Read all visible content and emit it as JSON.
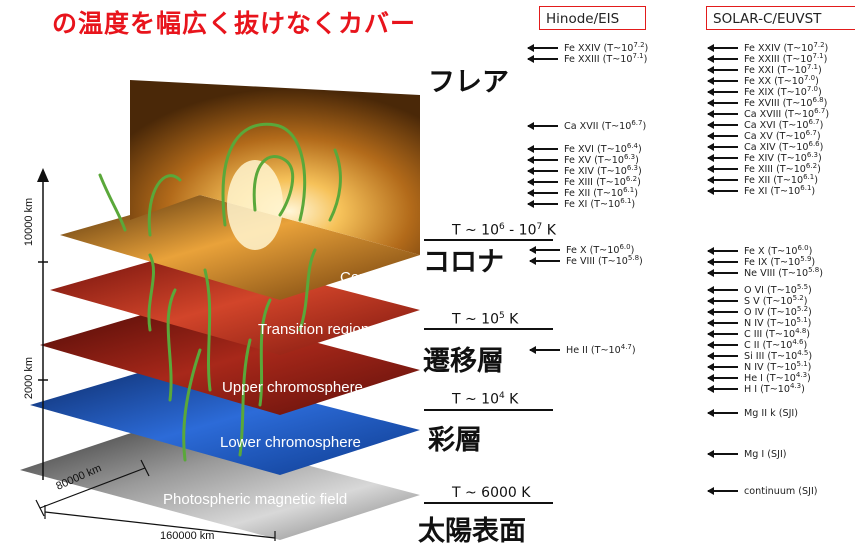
{
  "headline": "の温度を幅広く抜けなくカバー",
  "instruments": {
    "left": "Hinode/EIS",
    "right": "SOLAR-C/EUVST"
  },
  "regions": {
    "flare": "フレア",
    "corona": "コロナ",
    "transition": "遷移層",
    "chromosphere": "彩層",
    "photosphere": "太陽表面"
  },
  "temperatures": {
    "corona_base": "T ~ 10",
    "corona_exp1": "6",
    "corona_mid": " - 10",
    "corona_exp2": "7",
    "corona_unit": " K",
    "transition_base": "T ~ 10",
    "transition_exp": "5",
    "transition_unit": " K",
    "chromo_base": "T ~ 10",
    "chromo_exp": "4",
    "chromo_unit": " K",
    "photo": "T ~ 6000 K"
  },
  "layers": {
    "corona": "Corona",
    "transition": "Transition region",
    "upper": "Upper chromosphere",
    "lower": "Lower chromosphere",
    "photo": "Photospheric magnetic field"
  },
  "scale": {
    "height_upper": "10000 km",
    "height_lower": "2000 km",
    "depth": "80000 km",
    "width": "160000 km"
  },
  "eis_lines": {
    "flare": [
      {
        "ion": "Fe XXIV",
        "exp": "7.2"
      },
      {
        "ion": "Fe XXIII",
        "exp": "7.1"
      }
    ],
    "hot": [
      {
        "ion": "Ca XVII",
        "exp": "6.7"
      }
    ],
    "corona": [
      {
        "ion": "Fe XVI",
        "exp": "6.4"
      },
      {
        "ion": "Fe XV",
        "exp": "6.3"
      },
      {
        "ion": "Fe XIV",
        "exp": "6.3"
      },
      {
        "ion": "Fe XIII",
        "exp": "6.2"
      },
      {
        "ion": "Fe XII",
        "exp": "6.1"
      },
      {
        "ion": "Fe XI",
        "exp": "6.1"
      }
    ],
    "lower_corona": [
      {
        "ion": "Fe X",
        "exp": "6.0"
      },
      {
        "ion": "Fe VIII",
        "exp": "5.8"
      }
    ],
    "transition": [
      {
        "ion": "He II",
        "exp": "4.7"
      }
    ]
  },
  "euvst_lines": {
    "hot": [
      {
        "ion": "Fe XXIV",
        "exp": "7.2"
      },
      {
        "ion": "Fe XXIII",
        "exp": "7.1"
      },
      {
        "ion": "Fe XXI",
        "exp": "7.1"
      },
      {
        "ion": "Fe XX",
        "exp": "7.0"
      },
      {
        "ion": "Fe XIX",
        "exp": "7.0"
      },
      {
        "ion": "Fe XVIII",
        "exp": "6.8"
      },
      {
        "ion": "Ca XVIII",
        "exp": "6.7"
      },
      {
        "ion": "Ca XVI",
        "exp": "6.7"
      },
      {
        "ion": "Ca XV",
        "exp": "6.7"
      },
      {
        "ion": "Ca XIV",
        "exp": "6.6"
      },
      {
        "ion": "Fe XIV",
        "exp": "6.3"
      },
      {
        "ion": "Fe XIII",
        "exp": "6.2"
      },
      {
        "ion": "Fe XII",
        "exp": "6.1"
      },
      {
        "ion": "Fe XI",
        "exp": "6.1"
      }
    ],
    "warm": [
      {
        "ion": "Fe X",
        "exp": "6.0"
      },
      {
        "ion": "Fe IX",
        "exp": "5.9"
      },
      {
        "ion": "Ne VIII",
        "exp": "5.8"
      }
    ],
    "tr": [
      {
        "ion": "O VI",
        "exp": "5.5"
      },
      {
        "ion": "S V",
        "exp": "5.2"
      },
      {
        "ion": "O IV",
        "exp": "5.2"
      },
      {
        "ion": "N IV",
        "exp": "5.1"
      },
      {
        "ion": "C III",
        "exp": "4.8"
      },
      {
        "ion": "C II",
        "exp": "4.6"
      },
      {
        "ion": "Si III",
        "exp": "4.5"
      },
      {
        "ion": "N IV",
        "exp": "5.1"
      },
      {
        "ion": "He I",
        "exp": "4.3"
      },
      {
        "ion": "H I",
        "exp": "4.3"
      }
    ],
    "sji": [
      {
        "label": "Mg II k (SJI)"
      },
      {
        "label": "Mg I (SJI)"
      },
      {
        "label": "continuum (SJI)"
      }
    ]
  },
  "t_prefix": " (T~10",
  "t_suffix": ")",
  "colors": {
    "headline": "#e8141c",
    "box_border": "#e21b1b",
    "loops": "#5aa83a"
  }
}
